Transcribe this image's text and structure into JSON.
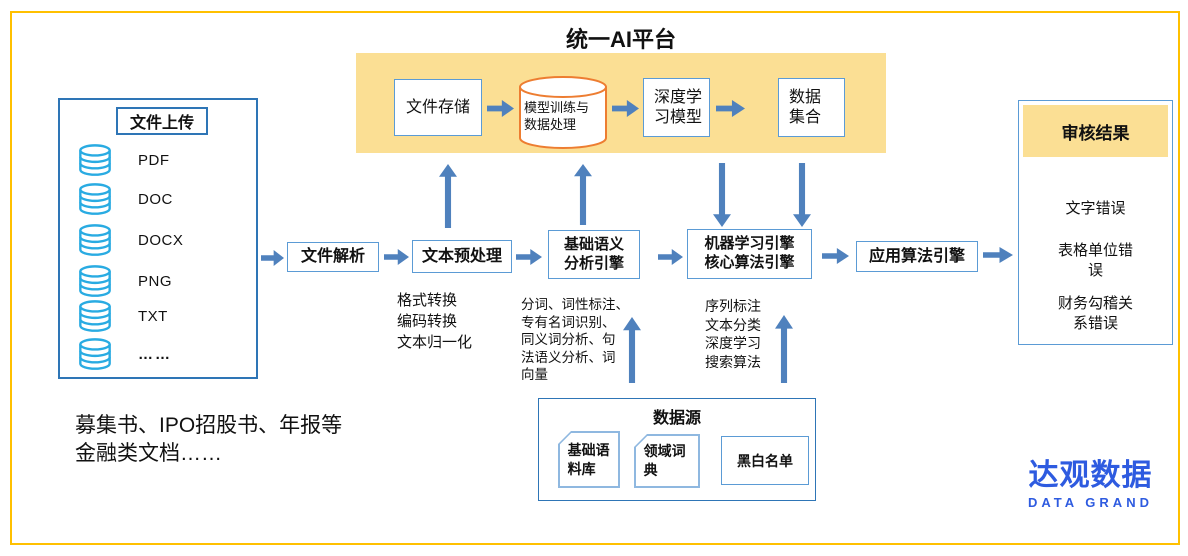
{
  "title": "统一AI平台",
  "platform_banner": {
    "file_storage": "文件存储",
    "model_training": [
      "模型训练与",
      "数据处理"
    ],
    "deep_learning_model": [
      "深度学",
      "习模型"
    ],
    "data_collection": [
      "数据",
      "集合"
    ]
  },
  "upload_panel": {
    "title": "文件上传",
    "file_types": [
      "PDF",
      "DOC",
      "DOCX",
      "PNG",
      "TXT",
      "……"
    ]
  },
  "pipeline": {
    "file_parsing": "文件解析",
    "text_preprocessing": "文本预处理",
    "semantic_engine": [
      "基础语义",
      "分析引擎"
    ],
    "ml_engine": [
      "机器学习引擎",
      "核心算法引擎"
    ],
    "applied_engine": "应用算法引擎"
  },
  "pipeline_notes": {
    "preprocessing": [
      "格式转换",
      "编码转换",
      "文本归一化"
    ],
    "semantic": [
      "分词、词性标注、",
      "专有名词识别、",
      "同义词分析、句",
      "法语义分析、词",
      "向量"
    ],
    "ml": [
      "序列标注",
      "文本分类",
      "深度学习",
      "搜索算法"
    ]
  },
  "data_source_panel": {
    "title": "数据源",
    "corpus": [
      "基础语",
      "料库"
    ],
    "dictionary": [
      "领域词",
      "典"
    ],
    "blacklist": "黑白名单"
  },
  "audit_panel": {
    "title": "审核结果",
    "items": [
      "文字错误",
      [
        "表格单位错",
        "误"
      ],
      [
        "财务勾稽关",
        "系错误"
      ]
    ]
  },
  "note": [
    "募集书、IPO招股书、年报等",
    "金融类文档……"
  ],
  "logo": {
    "cn": "达观数据",
    "en": "DATA GRAND"
  },
  "colors": {
    "gold_border": "#FFC000",
    "banner_yellow": "#FBDF94",
    "box_border_blue": "#5B9BD5",
    "panel_border_blue": "#2E75B6",
    "arrow_blue": "#4F81BD",
    "database_icon_blue": "#29ABE2",
    "cylinder_orange": "#ED7D31",
    "logo_blue": "#2E5BE0"
  }
}
